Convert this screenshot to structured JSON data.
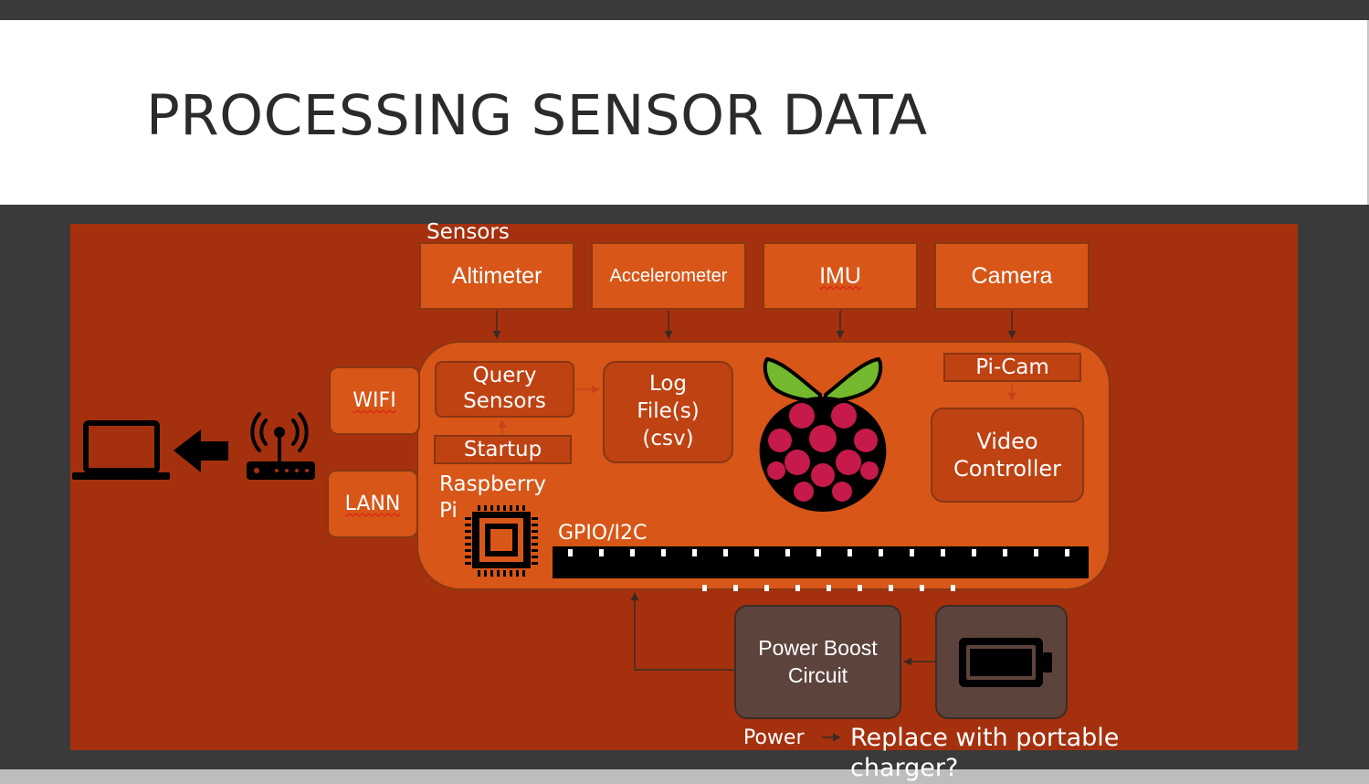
{
  "slide": {
    "title": "PROCESSING SENSOR DATA"
  },
  "diagram": {
    "sensors_label": "Sensors",
    "sensors": {
      "altimeter": "Altimeter",
      "accelerometer": "Accelerometer",
      "imu": "IMU",
      "camera": "Camera"
    },
    "network": {
      "wifi": "WIFI",
      "lann": "LANN"
    },
    "pi": {
      "label_line1": "Raspberry",
      "label_line2": "Pi",
      "query_line1": "Query",
      "query_line2": "Sensors",
      "startup": "Startup",
      "log_line1": "Log",
      "log_line2": "File(s)",
      "log_line3": "(csv)",
      "picam": "Pi-Cam",
      "video_line1": "Video",
      "video_line2": "Controller",
      "gpio": "GPIO/I2C"
    },
    "power": {
      "boost_line1": "Power Boost",
      "boost_line2": "Circuit",
      "power_label": "Power",
      "note_line1": "Replace with portable",
      "note_line2": "charger?"
    },
    "icons": [
      "laptop-icon",
      "arrow-left-icon",
      "router-icon",
      "raspberry-pi-logo",
      "chip-icon",
      "battery-icon"
    ],
    "colors": {
      "canvas": "#a5300e",
      "box": "#d75618",
      "inner_box": "#bf4212",
      "power_box": "#5c443c"
    }
  }
}
